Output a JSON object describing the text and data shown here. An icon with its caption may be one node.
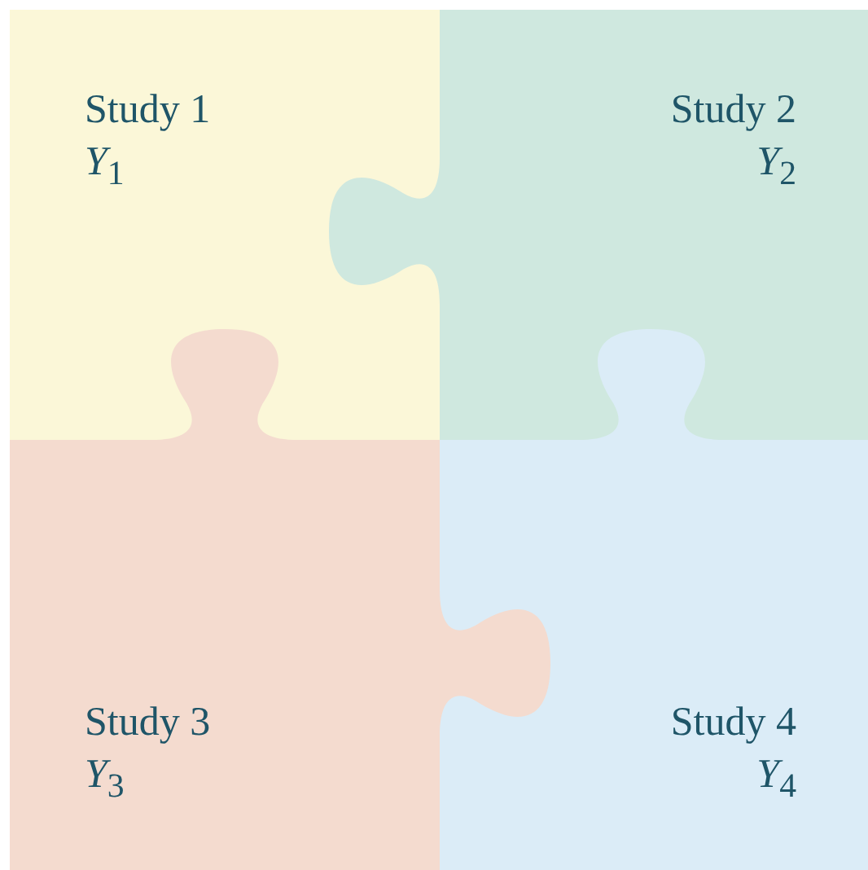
{
  "diagram": {
    "nodes": [
      {
        "text": [
          "Study 1",
          "*Y*$_{1}$"
        ]
      },
      {
        "text": [
          "Study 2",
          "*Y*$_{2}$"
        ]
      },
      {
        "text": [
          "Study 3",
          "*Y*$_{3}$"
        ]
      },
      {
        "text": [
          "Study 4",
          "*Y*$_{4}$"
        ]
      }
    ]
  }
}
